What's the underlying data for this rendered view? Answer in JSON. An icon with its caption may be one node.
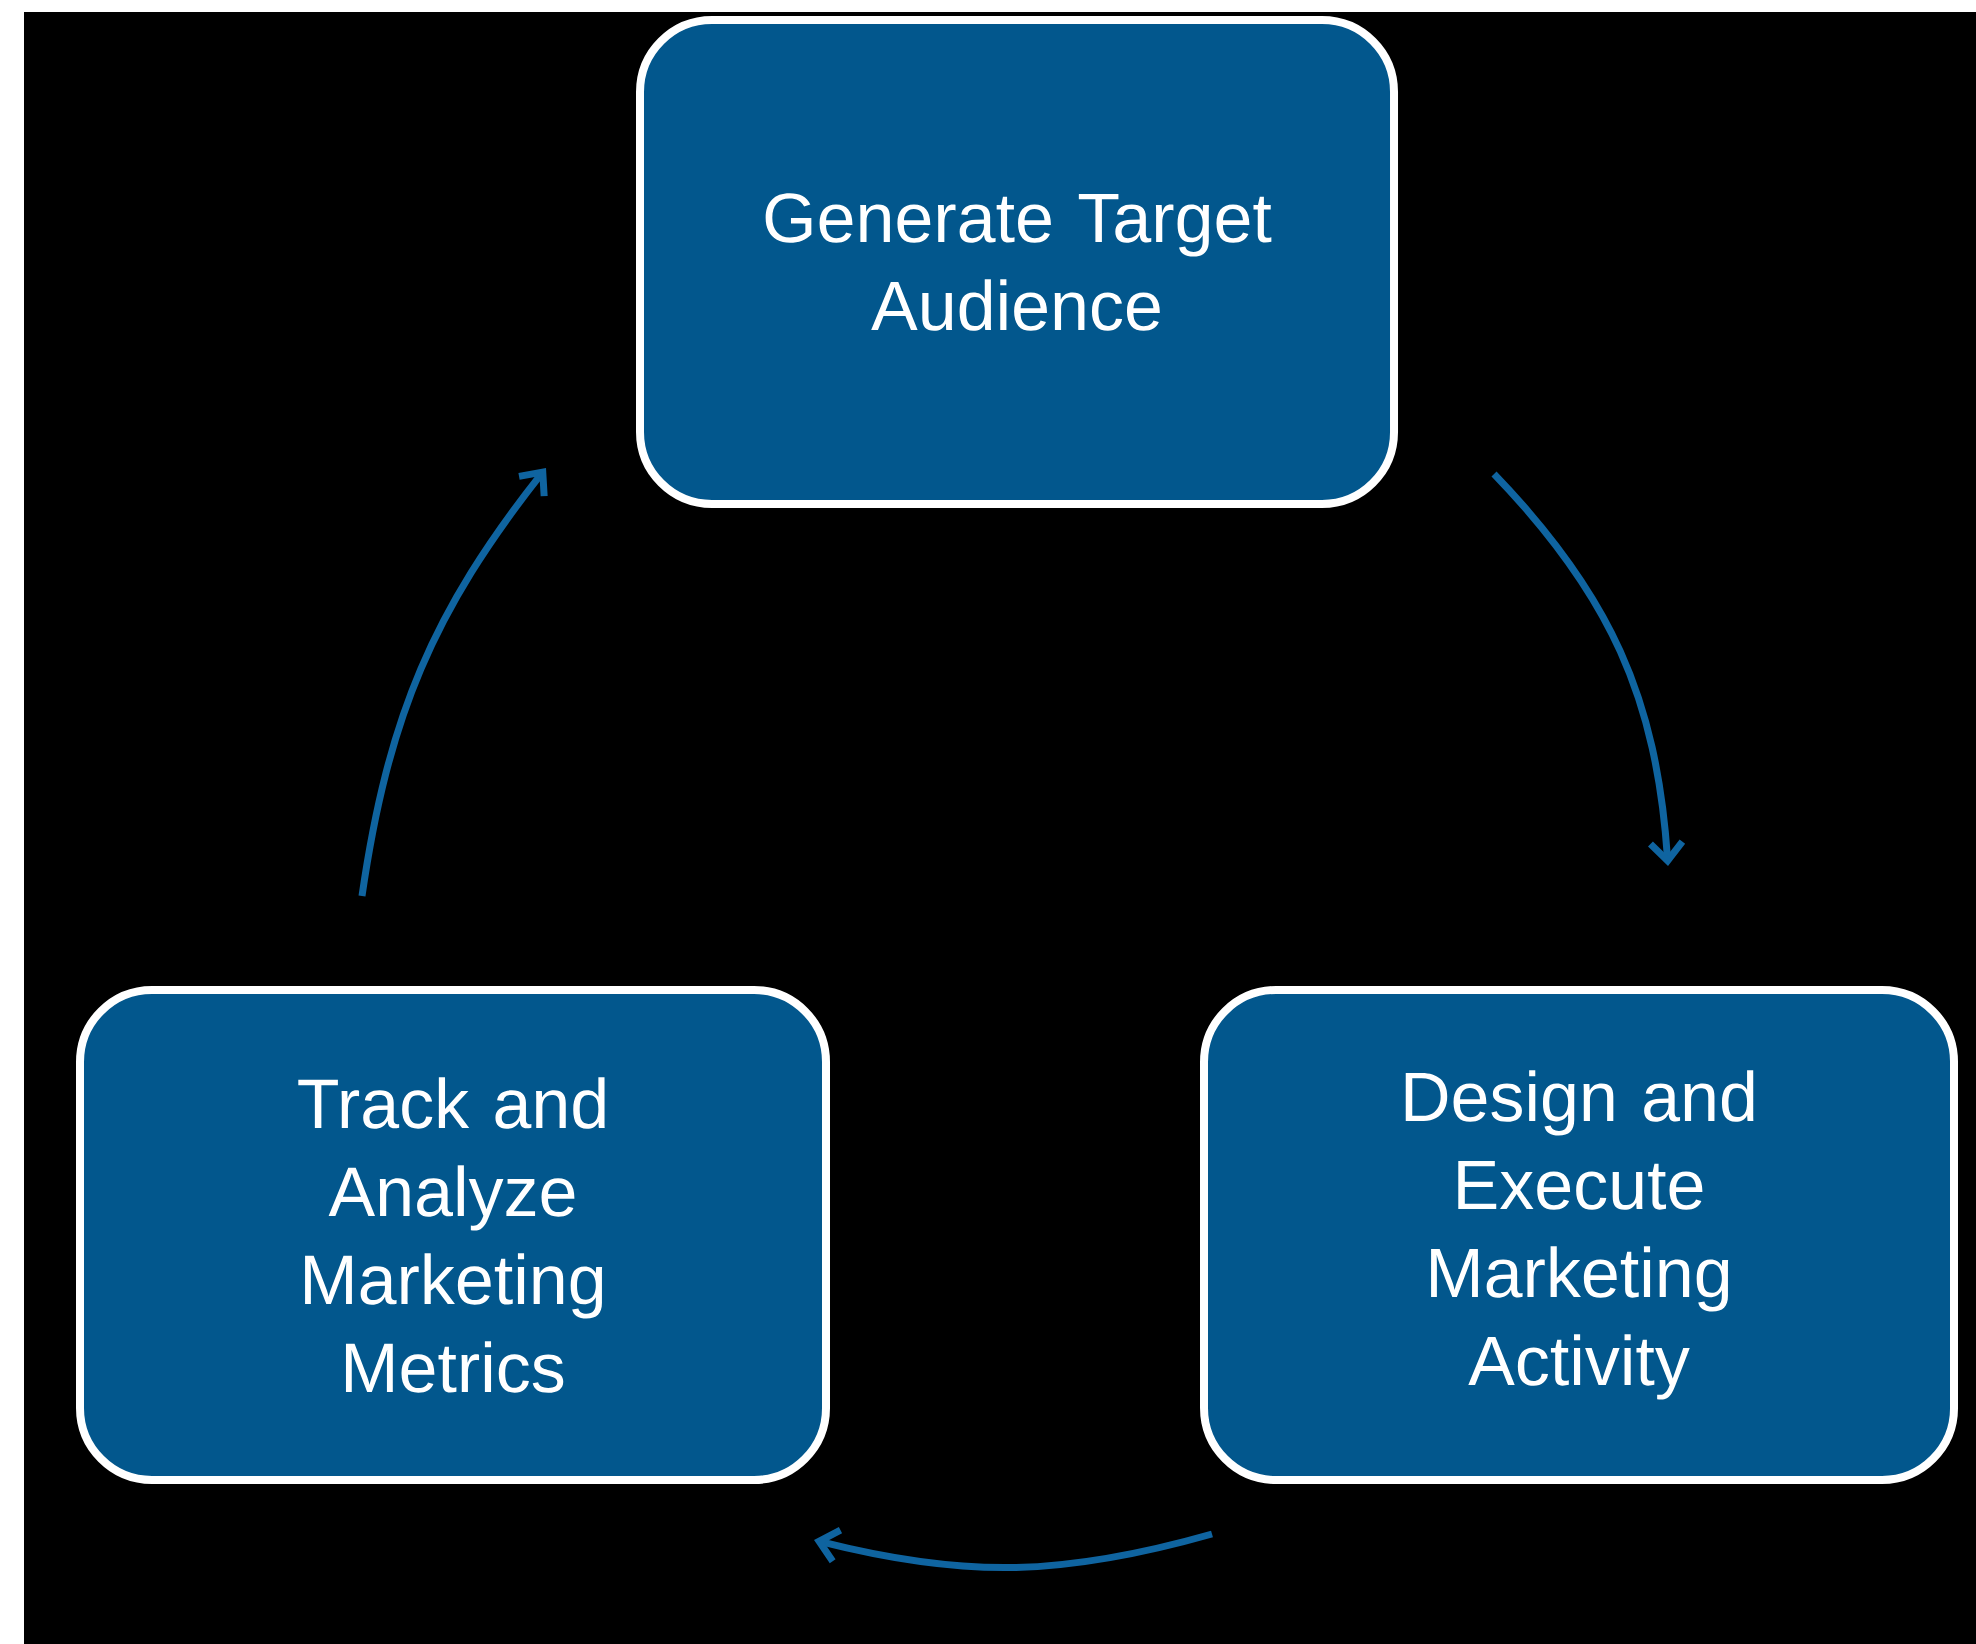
{
  "diagram": {
    "nodes": [
      {
        "text": [
          "Generate Target Audience"
        ]
      },
      {
        "text": [
          "Design and Execute Marketing Activity"
        ]
      },
      {
        "text": [
          "Track and Analyze Marketing Metrics"
        ]
      }
    ],
    "edges": [
      {
        "from": 0,
        "to": 1,
        "arrow": "to"
      },
      {
        "from": 1,
        "to": 2,
        "arrow": "to"
      },
      {
        "from": 2,
        "to": 0,
        "arrow": "to"
      }
    ]
  }
}
